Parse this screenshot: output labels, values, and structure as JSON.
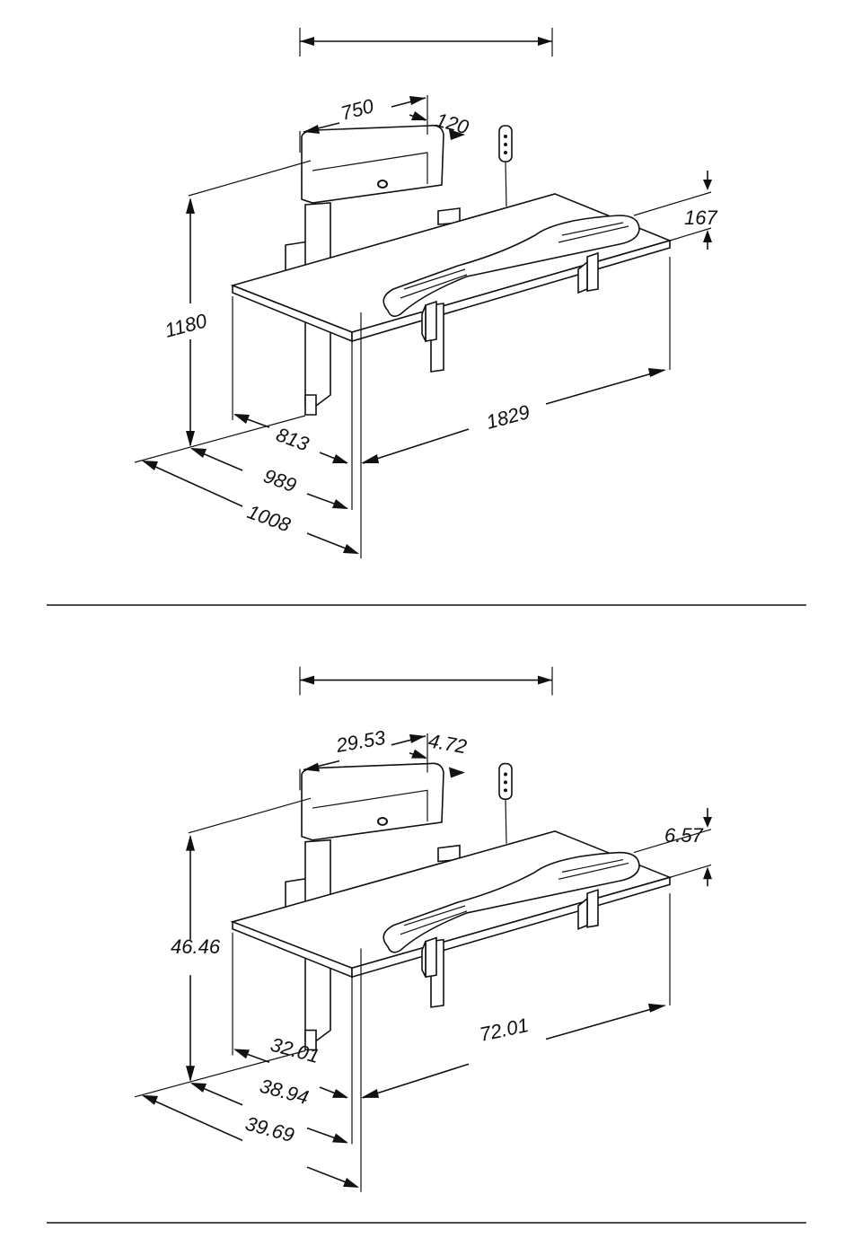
{
  "diagrams": [
    {
      "units": "mm",
      "labels": {
        "backrest_width": "750",
        "backrest_depth": "120",
        "rim_height": "167",
        "total_height": "1180",
        "table_length": "1829",
        "depth_813": "813",
        "depth_989": "989",
        "depth_1008": "1008"
      }
    },
    {
      "units": "in",
      "labels": {
        "backrest_width": "29.53",
        "backrest_depth": "4.72",
        "rim_height": "6.57",
        "total_height": "46.46",
        "table_length": "72.01",
        "depth_813": "32.01",
        "depth_989": "38.94",
        "depth_1008": "39.69"
      }
    }
  ]
}
